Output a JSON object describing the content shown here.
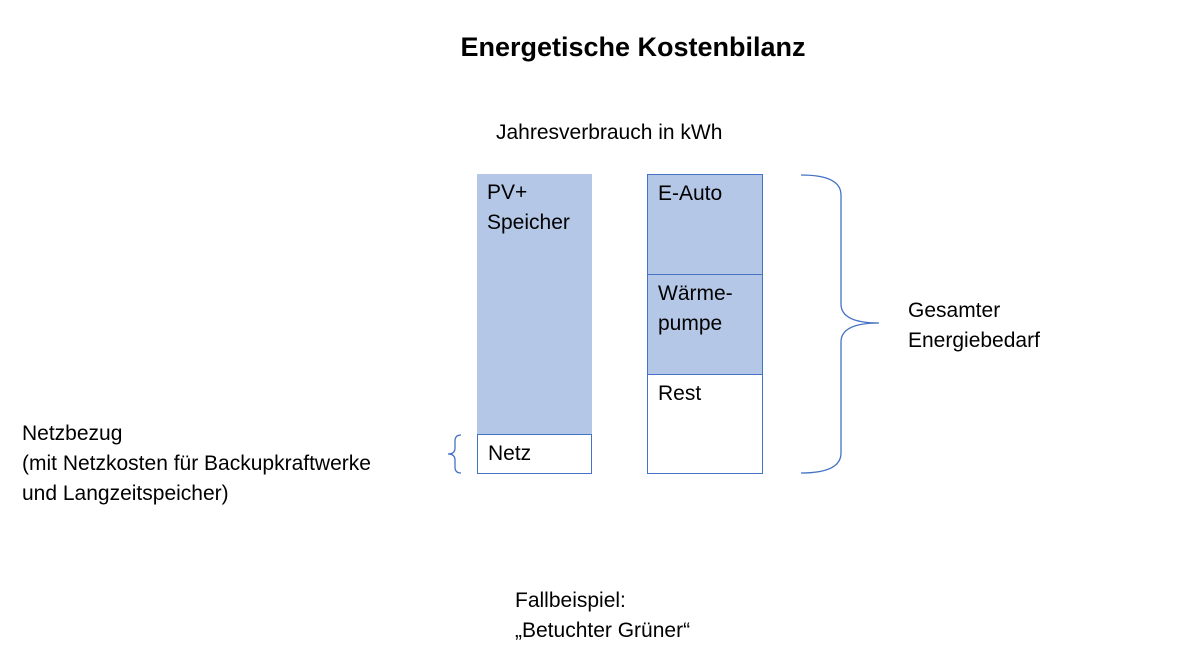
{
  "title": "Energetische Kostenbilanz",
  "subtitle": "Jahresverbrauch in kWh",
  "colors": {
    "fill": "#b4c7e7",
    "border": "#4472c4"
  },
  "left_column": {
    "pv_label_line1": "PV+",
    "pv_label_line2": "Speicher",
    "netz_label": "Netz"
  },
  "right_column": {
    "eauto_label": "E-Auto",
    "waerme_line1": "Wärme-",
    "waerme_line2": "pumpe",
    "rest_label": "Rest"
  },
  "annotations": {
    "netzbezug_line1": "Netzbezug",
    "netzbezug_line2": "(mit Netzkosten für Backupkraftwerke",
    "netzbezug_line3": "und Langzeitspeicher)",
    "gesamt_line1": "Gesamter",
    "gesamt_line2": "Energiebedarf"
  },
  "footer": {
    "line1": "Fallbeispiel:",
    "line2": "„Betuchter Grüner“"
  }
}
